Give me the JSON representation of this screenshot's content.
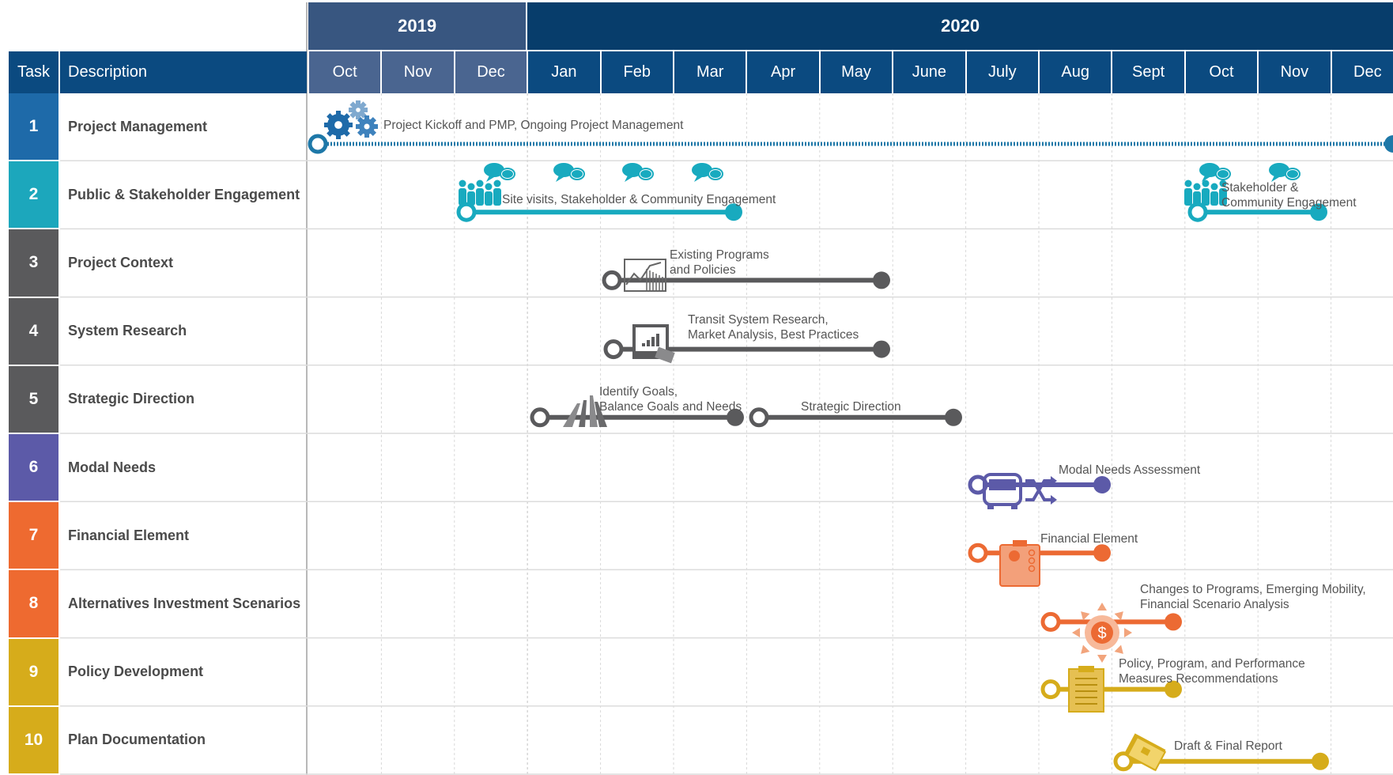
{
  "header": {
    "task_label": "Task",
    "description_label": "Description",
    "years": [
      "2019",
      "2020"
    ],
    "months": [
      "Oct",
      "Nov",
      "Dec",
      "Jan",
      "Feb",
      "Mar",
      "Apr",
      "May",
      "June",
      "July",
      "Aug",
      "Sept",
      "Oct",
      "Nov",
      "Dec"
    ]
  },
  "colors": {
    "year_2019": "#385680",
    "year_2020": "#073d6b",
    "month_2019": "#4a6590",
    "month_2020": "#0b4a80",
    "grid": "#d9d9d9",
    "divider": "#b8b8b8"
  },
  "tasks": [
    {
      "num": "1",
      "description": "Project Management",
      "color": "#1e6aa9",
      "bar_color": "#1e78a8"
    },
    {
      "num": "2",
      "description": "Public & Stakeholder Engagement",
      "color": "#1ca7bc",
      "bar_color": "#18aabf"
    },
    {
      "num": "3",
      "description": "Project Context",
      "color": "#5a5a5c",
      "bar_color": "#5a5a5c"
    },
    {
      "num": "4",
      "description": "System Research",
      "color": "#5a5a5c",
      "bar_color": "#5a5a5c"
    },
    {
      "num": "5",
      "description": "Strategic Direction",
      "color": "#5a5a5c",
      "bar_color": "#5a5a5c"
    },
    {
      "num": "6",
      "description": "Modal Needs",
      "color": "#5c5aa8",
      "bar_color": "#5c5aa8"
    },
    {
      "num": "7",
      "description": "Financial Element",
      "color": "#ee6a30",
      "bar_color": "#ec6a33"
    },
    {
      "num": "8",
      "description": "Alternatives Investment Scenarios",
      "color": "#ee6a30",
      "bar_color": "#ec6a33"
    },
    {
      "num": "9",
      "description": "Policy Development",
      "color": "#d6ac1b",
      "bar_color": "#d6ac1b"
    },
    {
      "num": "10",
      "description": "Plan Documentation",
      "color": "#d6ac1b",
      "bar_color": "#d6ac1b"
    }
  ],
  "activities": [
    {
      "task": 1,
      "start": "Oct 2019",
      "end": "Dec 2020",
      "label": "Project Kickoff and PMP, Ongoing Project Management",
      "icon": "gears-icon",
      "style": "dotted"
    },
    {
      "task": 2,
      "start": "Dec 2019",
      "end": "Mar 2020",
      "label": "Site visits, Stakeholder & Community Engagement",
      "icon": "people-icon",
      "style": "solid"
    },
    {
      "task": 2,
      "start": "Oct 2020",
      "end": "Nov 2020",
      "label": "Stakeholder &\nCommunity Engagement",
      "icon": "people-icon",
      "style": "solid"
    },
    {
      "task": 3,
      "start": "Feb 2020",
      "end": "May 2020",
      "label": "Existing Programs\nand Policies",
      "icon": "chart-board-icon",
      "style": "solid"
    },
    {
      "task": 4,
      "start": "Feb 2020",
      "end": "May 2020",
      "label": "Transit System Research,\nMarket Analysis, Best Practices",
      "icon": "research-icon",
      "style": "solid"
    },
    {
      "task": 5,
      "start": "Jan 2020",
      "end": "Mar 2020",
      "label": "Identify Goals,\nBalance Goals and Needs",
      "icon": "road-icon",
      "style": "solid"
    },
    {
      "task": 5,
      "start": "Apr 2020",
      "end": "June 2020",
      "label": "Strategic Direction",
      "icon": "",
      "style": "solid"
    },
    {
      "task": 6,
      "start": "July 2020",
      "end": "Aug 2020",
      "label": "Modal Needs Assessment",
      "icon": "bus-shuffle-icon",
      "style": "solid"
    },
    {
      "task": 7,
      "start": "July 2020",
      "end": "Aug 2020",
      "label": "Financial Element",
      "icon": "money-box-icon",
      "style": "solid"
    },
    {
      "task": 8,
      "start": "Aug 2020",
      "end": "Sept 2020",
      "label": "Changes to Programs, Emerging Mobility,\nFinancial Scenario Analysis",
      "icon": "dollar-arrows-icon",
      "style": "solid"
    },
    {
      "task": 9,
      "start": "Aug 2020",
      "end": "Sept 2020",
      "label": "Policy, Program, and Performance\nMeasures Recommendations",
      "icon": "clipboard-icon",
      "style": "solid"
    },
    {
      "task": 10,
      "start": "Sept 2020",
      "end": "Nov 2020",
      "label": "Draft & Final Report",
      "icon": "report-icon",
      "style": "solid"
    }
  ],
  "engagement_markers": {
    "icon": "speech-bubbles-icon",
    "months": [
      "Dec 2019",
      "Jan 2020",
      "Feb 2020",
      "Mar 2020",
      "Oct 2020",
      "Nov 2020"
    ]
  }
}
